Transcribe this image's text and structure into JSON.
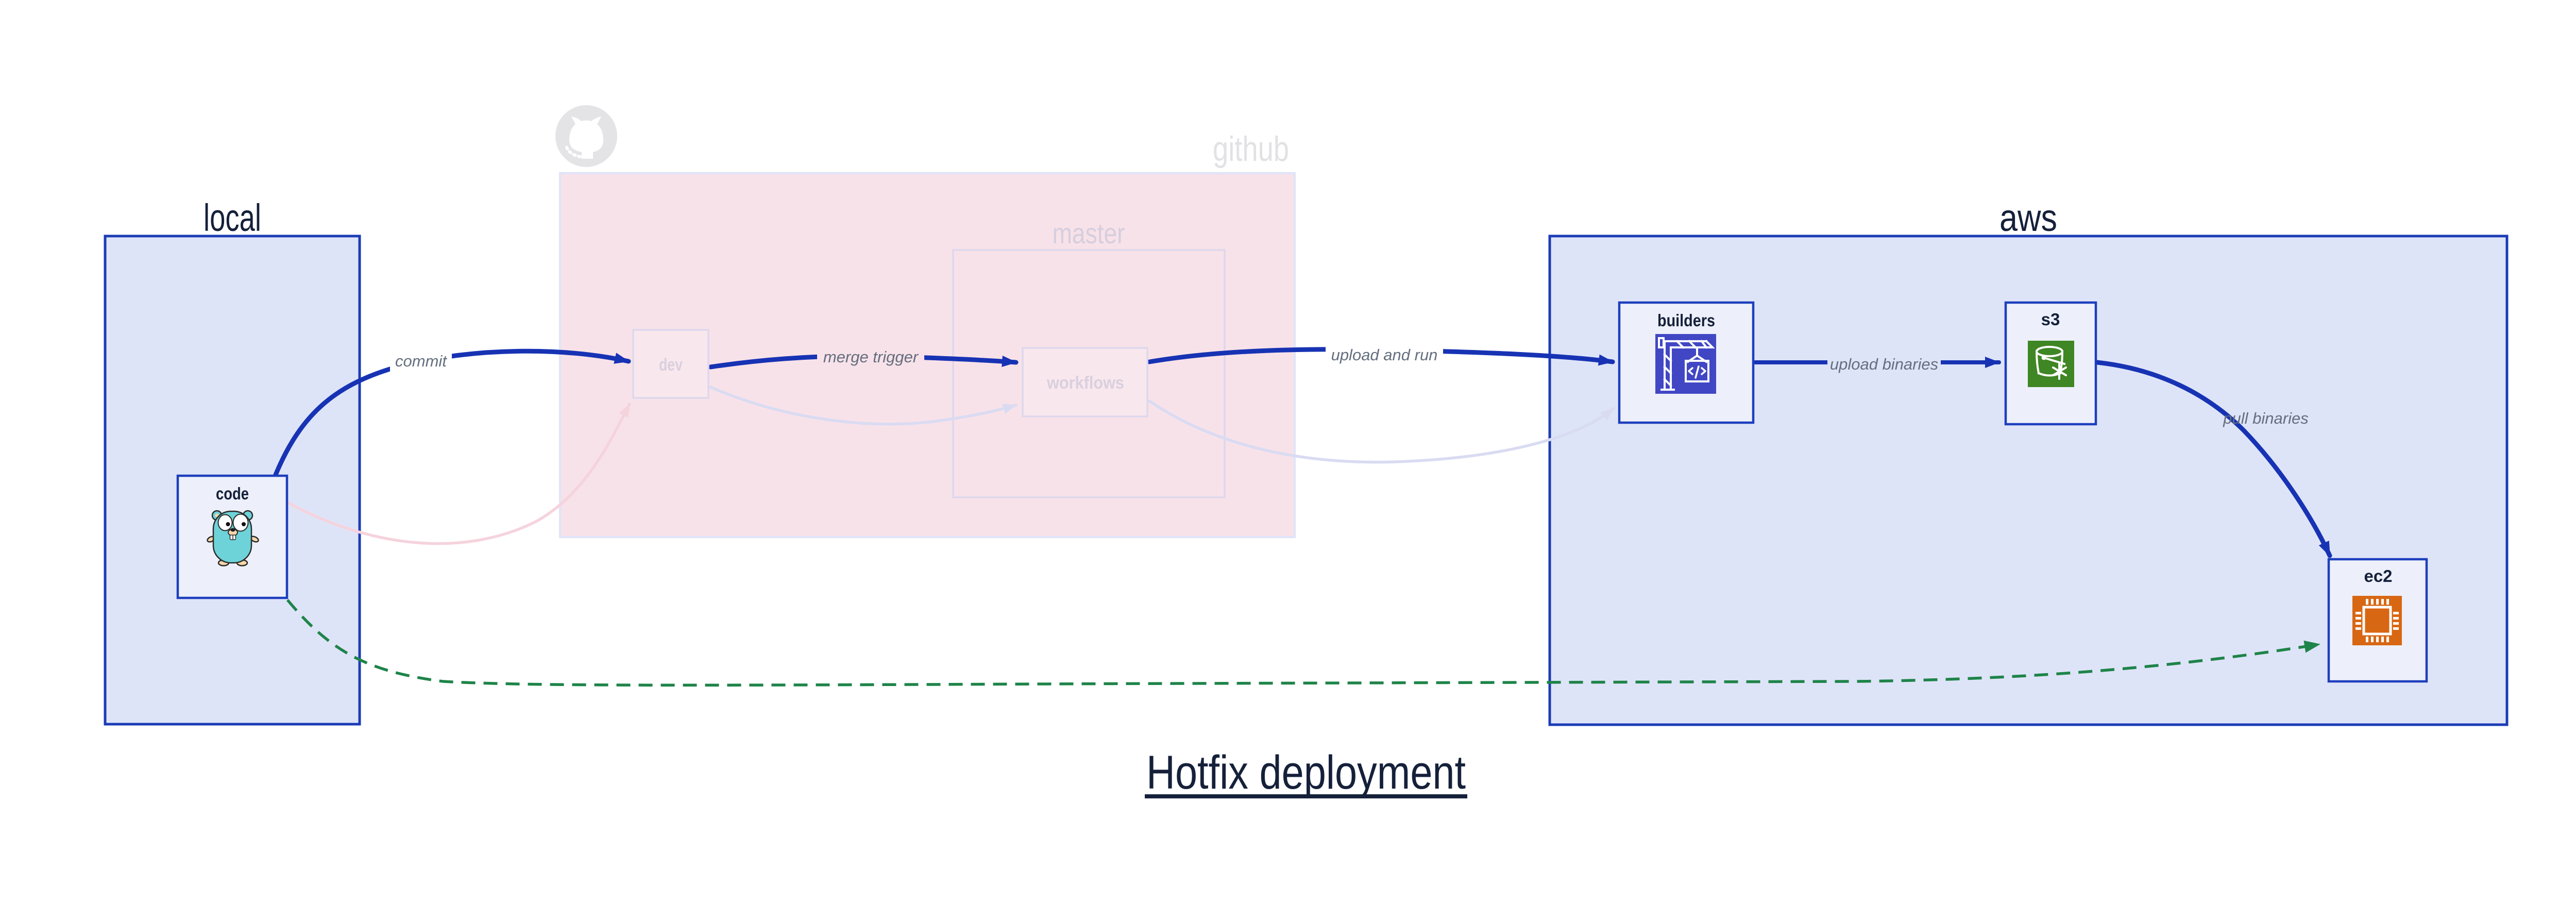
{
  "title": {
    "text": "Hotfix deployment"
  },
  "groups": {
    "local": {
      "label": "local"
    },
    "github": {
      "label": "github",
      "icon": "github-octocat-icon"
    },
    "master": {
      "label": "master"
    },
    "aws": {
      "label": "aws"
    }
  },
  "nodes": {
    "code": {
      "label": "code",
      "icon": "gopher-icon"
    },
    "dev": {
      "label": "dev"
    },
    "workflows": {
      "label": "workflows"
    },
    "builders": {
      "label": "builders",
      "icon": "codebuild-crane-icon"
    },
    "s3": {
      "label": "s3",
      "icon": "s3-bucket-icon"
    },
    "ec2": {
      "label": "ec2",
      "icon": "ec2-chip-icon"
    }
  },
  "edges": {
    "commit": {
      "label": "commit",
      "from": "code",
      "to": "dev",
      "style": "solid-blue"
    },
    "code_to_dev_secondary": {
      "label": "",
      "from": "code",
      "to": "dev",
      "style": "faded-pink"
    },
    "merge_trigger": {
      "label": "merge trigger",
      "from": "dev",
      "to": "workflows",
      "style": "solid-blue"
    },
    "dev_to_workflows_secondary": {
      "label": "",
      "from": "dev",
      "to": "workflows",
      "style": "faded-lavender"
    },
    "upload_and_run": {
      "label": "upload and run",
      "from": "workflows",
      "to": "builders",
      "style": "solid-blue"
    },
    "workflows_to_builders_secondary": {
      "label": "",
      "from": "workflows",
      "to": "builders",
      "style": "faded-lavender"
    },
    "upload_binaries": {
      "label": "upload binaries",
      "from": "builders",
      "to": "s3",
      "style": "solid-blue"
    },
    "pull_binaries": {
      "label": "pull binaries",
      "from": "s3",
      "to": "ec2",
      "style": "solid-blue"
    },
    "code_to_ec2_hotfix": {
      "label": "",
      "from": "code",
      "to": "ec2",
      "style": "dashed-green"
    }
  },
  "colors": {
    "accent_blue": "#1733b4",
    "border_blue": "#1d3fbd",
    "group_border_blue": "#1c3cb5",
    "group_fill_blue": "#dee4f8",
    "node_fill": "#edf0fb",
    "github_fill": "#f8e2e9",
    "github_border": "#dfe4f8",
    "faded_border": "#ddd8ec",
    "faded_node_fill": "#f9e7ee",
    "faded_text": "#d9d0de",
    "faded_wordmark": "#e2e2e5",
    "master_text": "#d6cede",
    "edge_label_gray": "#646e7e",
    "navy": "#15203a",
    "green": "#1e8449",
    "faded_pink_stroke": "#f5d3dd",
    "faded_lavender_stroke": "#d9dbf2",
    "codebuild_indigo": "#4147c4",
    "s3_green": "#3f8624",
    "ec2_orange": "#d86713",
    "gopher_teal": "#6ed3d8",
    "gopher_skin": "#f6d7ac",
    "octocat_gray": "#e4e4e7"
  }
}
